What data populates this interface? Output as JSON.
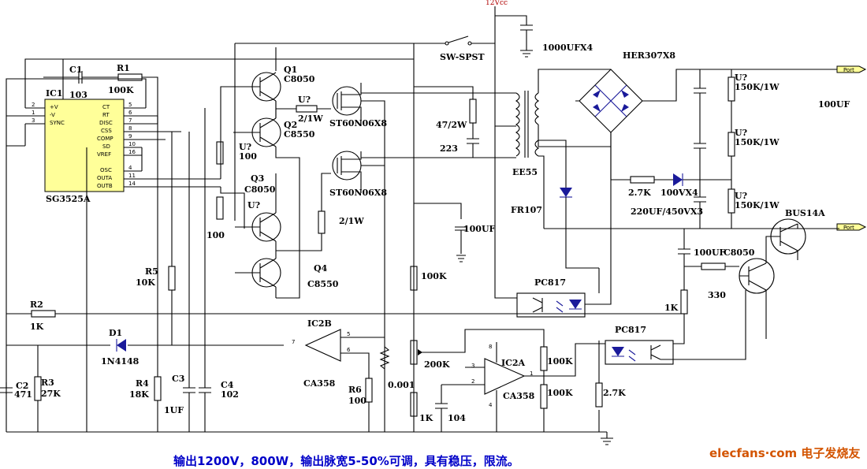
{
  "supply_label": "12Vcc",
  "switch_label": "SW-SPST",
  "components": {
    "ic1": {
      "ref": "IC1",
      "part": "SG3525A",
      "pins_left": [
        "+V",
        "-V",
        "SYNC"
      ],
      "pins_right": [
        "CT",
        "RT",
        "DISC",
        "CSS",
        "COMP",
        "SD",
        "VREF",
        "OSC",
        "OUTA",
        "OUTB"
      ],
      "pin_nums_left": [
        "2",
        "1",
        "3"
      ],
      "pin_nums_right": [
        "5",
        "6",
        "7",
        "8",
        "9",
        "10",
        "16",
        "4",
        "11",
        "14"
      ]
    },
    "c1": {
      "ref": "C1",
      "value": "103"
    },
    "r1": {
      "ref": "R1",
      "value": "100K"
    },
    "q1": {
      "ref": "Q1",
      "part": "C8050"
    },
    "q2": {
      "ref": "Q2",
      "part": "C8550"
    },
    "q3": {
      "ref": "Q3",
      "part": "C8050"
    },
    "q4": {
      "ref": "Q4",
      "part": "C8550"
    },
    "u_gate1": {
      "ref": "U?",
      "value": "2/1W"
    },
    "u_100": {
      "ref": "U?",
      "value": "100"
    },
    "u_q3": {
      "ref": "U?"
    },
    "r_100": {
      "value": "100"
    },
    "gate2_res": {
      "value": "2/1W"
    },
    "mos1": {
      "part": "ST60N06X8"
    },
    "mos2": {
      "part": "ST60N06X8"
    },
    "snub_r": {
      "value": "47/2W"
    },
    "snub_c": {
      "value": "223"
    },
    "c_bulk": {
      "value": "1000UFX4"
    },
    "transformer": {
      "part": "EE55"
    },
    "bridge": {
      "part": "HER307X8"
    },
    "out_res1": {
      "ref": "U?",
      "value": "150K/1W"
    },
    "out_res2": {
      "ref": "U?",
      "value": "150K/1W"
    },
    "out_res3": {
      "ref": "U?",
      "value": "150K/1W"
    },
    "out_cap_label": {
      "value": "100UF"
    },
    "out_caps": {
      "value": "220UF/450VX3"
    },
    "port1": {
      "label": "Port"
    },
    "port2": {
      "label": "Port"
    },
    "fr107": {
      "part": "FR107"
    },
    "r_27k": {
      "value": "2.7K"
    },
    "zener": {
      "value": "100VX4"
    },
    "c_100uf_a": {
      "value": "100UF"
    },
    "c_100uf_b": {
      "value": "100UF"
    },
    "q_c8050": {
      "part": "C8050"
    },
    "bus14a": {
      "part": "BUS14A"
    },
    "r_330": {
      "value": "330"
    },
    "r_1k_a": {
      "value": "1K"
    },
    "pc817_1": {
      "part": "PC817"
    },
    "pc817_2": {
      "part": "PC817"
    },
    "r_100k_div": {
      "value": "100K"
    },
    "r2": {
      "ref": "R2",
      "value": "1K"
    },
    "d1": {
      "ref": "D1",
      "part": "1N4148"
    },
    "ic2b": {
      "ref": "IC2B",
      "part": "CA358",
      "pins": [
        "5",
        "6",
        "7"
      ]
    },
    "ic2a": {
      "ref": "IC2A",
      "part": "CA358",
      "pins": [
        "3",
        "2",
        "1",
        "8",
        "4"
      ]
    },
    "r5": {
      "ref": "R5",
      "value": "10K"
    },
    "r6": {
      "ref": "R6",
      "value": "100"
    },
    "shunt": {
      "value": "0.001"
    },
    "pot": {
      "value": "200K"
    },
    "r_1k_b": {
      "value": "1K"
    },
    "c_104": {
      "value": "104"
    },
    "r_100k_a": {
      "value": "100K"
    },
    "r_100k_b": {
      "value": "100K"
    },
    "r_27k_b": {
      "value": "2.7K"
    },
    "c2": {
      "ref": "C2",
      "value": "471"
    },
    "r3": {
      "ref": "R3",
      "value": "27K"
    },
    "r4": {
      "ref": "R4",
      "value": "18K"
    },
    "c3": {
      "ref": "C3",
      "value": "1UF"
    },
    "c4": {
      "ref": "C4",
      "value": "102"
    }
  },
  "caption": "输出1200V，800W，输出脉宽5-50%可调，具有稳压，限流。",
  "watermark": "elecfans·com 电子发烧友"
}
